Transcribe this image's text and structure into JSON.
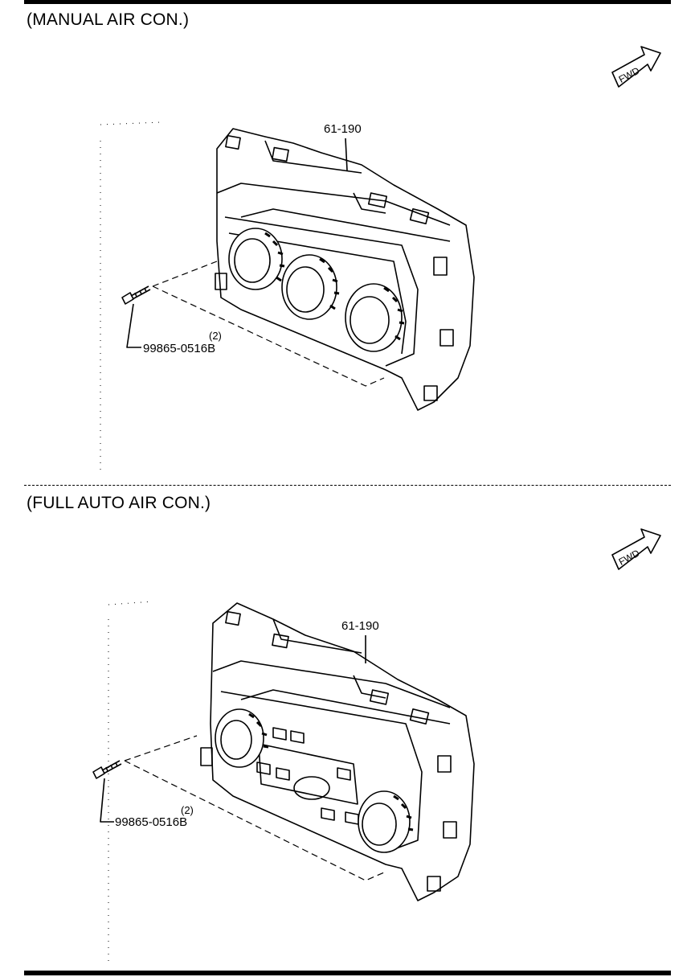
{
  "sections": [
    {
      "title": "(MANUAL AIR CON.)",
      "part_label": "61-190",
      "screw_part": "99865-0516B",
      "screw_qty": "(2)",
      "fwd_label": "FWD"
    },
    {
      "title": "(FULL AUTO AIR CON.)",
      "part_label": "61-190",
      "screw_part": "99865-0516B",
      "screw_qty": "(2)",
      "fwd_label": "FWD"
    }
  ]
}
